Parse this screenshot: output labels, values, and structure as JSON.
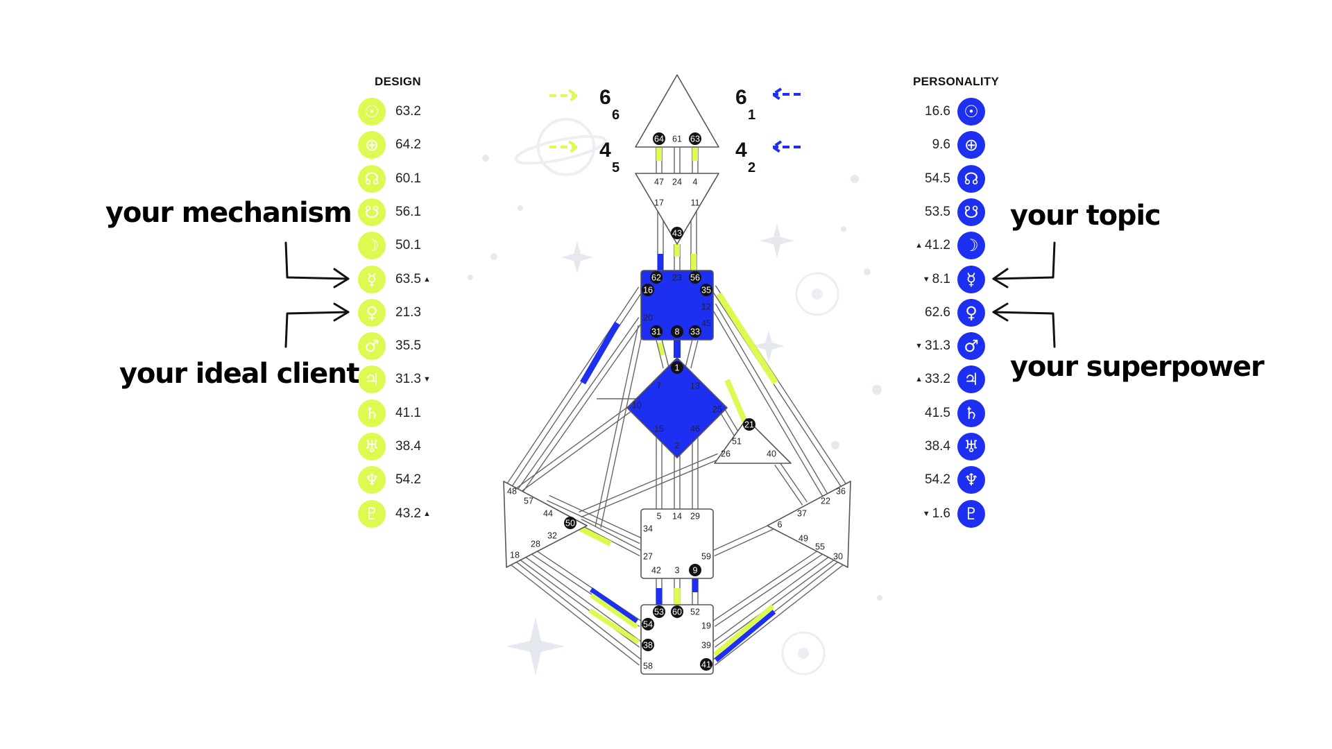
{
  "design": {
    "title": "DESIGN",
    "accent": "#dcfa50",
    "rows": [
      {
        "icon": "sun-icon",
        "glyph": "☉",
        "value": "63.2",
        "mark": ""
      },
      {
        "icon": "earth-icon",
        "glyph": "⊕",
        "value": "64.2",
        "mark": ""
      },
      {
        "icon": "north-node-icon",
        "glyph": "☊",
        "value": "60.1",
        "mark": ""
      },
      {
        "icon": "south-node-icon",
        "glyph": "☋",
        "value": "56.1",
        "mark": ""
      },
      {
        "icon": "moon-icon",
        "glyph": "☽",
        "value": "50.1",
        "mark": ""
      },
      {
        "icon": "mercury-icon",
        "glyph": "☿",
        "value": "63.5",
        "mark": "▲"
      },
      {
        "icon": "venus-icon",
        "glyph": "♀",
        "value": "21.3",
        "mark": ""
      },
      {
        "icon": "mars-icon",
        "glyph": "♂",
        "value": "35.5",
        "mark": ""
      },
      {
        "icon": "jupiter-icon",
        "glyph": "♃",
        "value": "31.3",
        "mark": "▼"
      },
      {
        "icon": "saturn-icon",
        "glyph": "♄",
        "value": "41.1",
        "mark": ""
      },
      {
        "icon": "uranus-icon",
        "glyph": "♅",
        "value": "38.4",
        "mark": ""
      },
      {
        "icon": "neptune-icon",
        "glyph": "♆",
        "value": "54.2",
        "mark": ""
      },
      {
        "icon": "pluto-icon",
        "glyph": "♇",
        "value": "43.2",
        "mark": "▲"
      }
    ]
  },
  "personality": {
    "title": "PERSONALITY",
    "accent": "#1d2ff0",
    "rows": [
      {
        "icon": "sun-icon",
        "glyph": "☉",
        "value": "16.6",
        "mark": ""
      },
      {
        "icon": "earth-icon",
        "glyph": "⊕",
        "value": "9.6",
        "mark": ""
      },
      {
        "icon": "north-node-icon",
        "glyph": "☊",
        "value": "54.5",
        "mark": ""
      },
      {
        "icon": "south-node-icon",
        "glyph": "☋",
        "value": "53.5",
        "mark": ""
      },
      {
        "icon": "moon-icon",
        "glyph": "☽",
        "value": "41.2",
        "mark": "▲"
      },
      {
        "icon": "mercury-icon",
        "glyph": "☿",
        "value": "8.1",
        "mark": "▼"
      },
      {
        "icon": "venus-icon",
        "glyph": "♀",
        "value": "62.6",
        "mark": ""
      },
      {
        "icon": "mars-icon",
        "glyph": "♂",
        "value": "31.3",
        "mark": "▼"
      },
      {
        "icon": "jupiter-icon",
        "glyph": "♃",
        "value": "33.2",
        "mark": "▲"
      },
      {
        "icon": "saturn-icon",
        "glyph": "♄",
        "value": "41.5",
        "mark": ""
      },
      {
        "icon": "uranus-icon",
        "glyph": "♅",
        "value": "38.4",
        "mark": ""
      },
      {
        "icon": "neptune-icon",
        "glyph": "♆",
        "value": "54.2",
        "mark": ""
      },
      {
        "icon": "pluto-icon",
        "glyph": "♇",
        "value": "1.6",
        "mark": "▼"
      }
    ]
  },
  "callouts": {
    "mechanism": "your mechanism",
    "ideal_client": "your ideal client",
    "topic": "your topic",
    "superpower": "your superpower"
  },
  "variables": {
    "design_top": {
      "digit": "6",
      "sub": "6"
    },
    "design_bottom": {
      "digit": "4",
      "sub": "5"
    },
    "personality_top": {
      "digit": "6",
      "sub": "1"
    },
    "personality_bottom": {
      "digit": "4",
      "sub": "2"
    }
  },
  "gates": {
    "head": [
      "64",
      "61",
      "63"
    ],
    "ajna": [
      "47",
      "24",
      "4",
      "17",
      "11",
      "43"
    ],
    "throat": [
      "62",
      "23",
      "56",
      "16",
      "35",
      "12",
      "20",
      "45",
      "31",
      "8",
      "33"
    ],
    "g_center": [
      "1",
      "7",
      "13",
      "10",
      "25",
      "15",
      "46",
      "2"
    ],
    "ego": [
      "21",
      "51",
      "26",
      "40"
    ],
    "spleen": [
      "48",
      "57",
      "44",
      "50",
      "32",
      "28",
      "18"
    ],
    "sacral": [
      "5",
      "14",
      "29",
      "34",
      "27",
      "59",
      "42",
      "3",
      "9"
    ],
    "solar_plexus": [
      "36",
      "22",
      "37",
      "6",
      "49",
      "55",
      "30"
    ],
    "root": [
      "53",
      "60",
      "52",
      "54",
      "19",
      "38",
      "39",
      "58",
      "41"
    ]
  },
  "colors": {
    "design": "#dcfa50",
    "personality": "#1d2ff0",
    "defined": "#1d2ff0",
    "line": "#555555"
  }
}
